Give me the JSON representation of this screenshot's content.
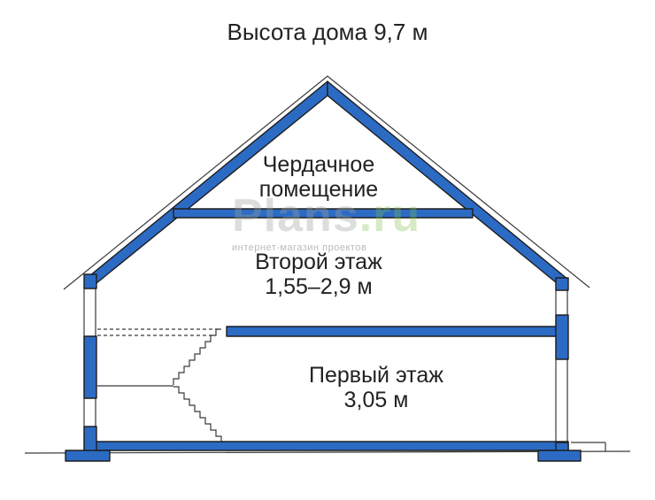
{
  "title": "Высота дома 9,7 м",
  "rooms": {
    "attic_line1": "Чердачное",
    "attic_line2": "помещение",
    "second_name": "Второй этаж",
    "second_height": "1,55–2,9 м",
    "first_name": "Первый этаж",
    "first_height": "3,05 м"
  },
  "watermark": {
    "brand": "Plans",
    "domain": ".ru",
    "tagline": "интернет-магазин проектов"
  },
  "colors": {
    "structure": "#2c6bc4",
    "outline": "#3a3a3a",
    "background": "#ffffff"
  }
}
